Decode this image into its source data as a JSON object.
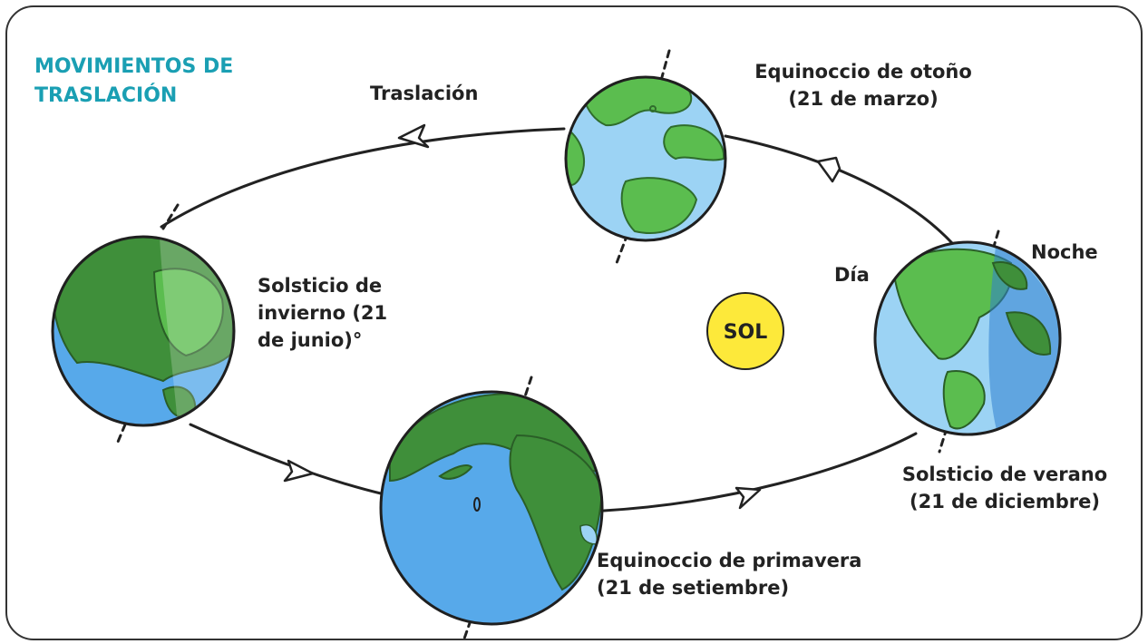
{
  "title": {
    "line1": "MOVIMIENTOS DE",
    "line2": "TRASLACIÓN"
  },
  "orbit_label": "Traslación",
  "sun_label": "SOL",
  "day_label": "Día",
  "night_label": "Noche",
  "positions": {
    "autumn": {
      "line1": "Equinoccio de otoño",
      "line2": "(21 de marzo)"
    },
    "winter": {
      "line1": "Solsticio de",
      "line2": "invierno (21",
      "line3": "de junio)°"
    },
    "spring": {
      "line1": "Equinoccio de primavera",
      "line2": "(21 de setiembre)"
    },
    "summer": {
      "line1": "Solsticio de verano",
      "line2": "(21 de diciembre)"
    }
  },
  "colors": {
    "title": "#1a9fb3",
    "ocean": "#57a9ea",
    "ocean_light": "#9cd3f4",
    "land": "#5bbd4f",
    "land_dark": "#3f8f3a",
    "sun": "#fde93a",
    "border": "#333333"
  }
}
